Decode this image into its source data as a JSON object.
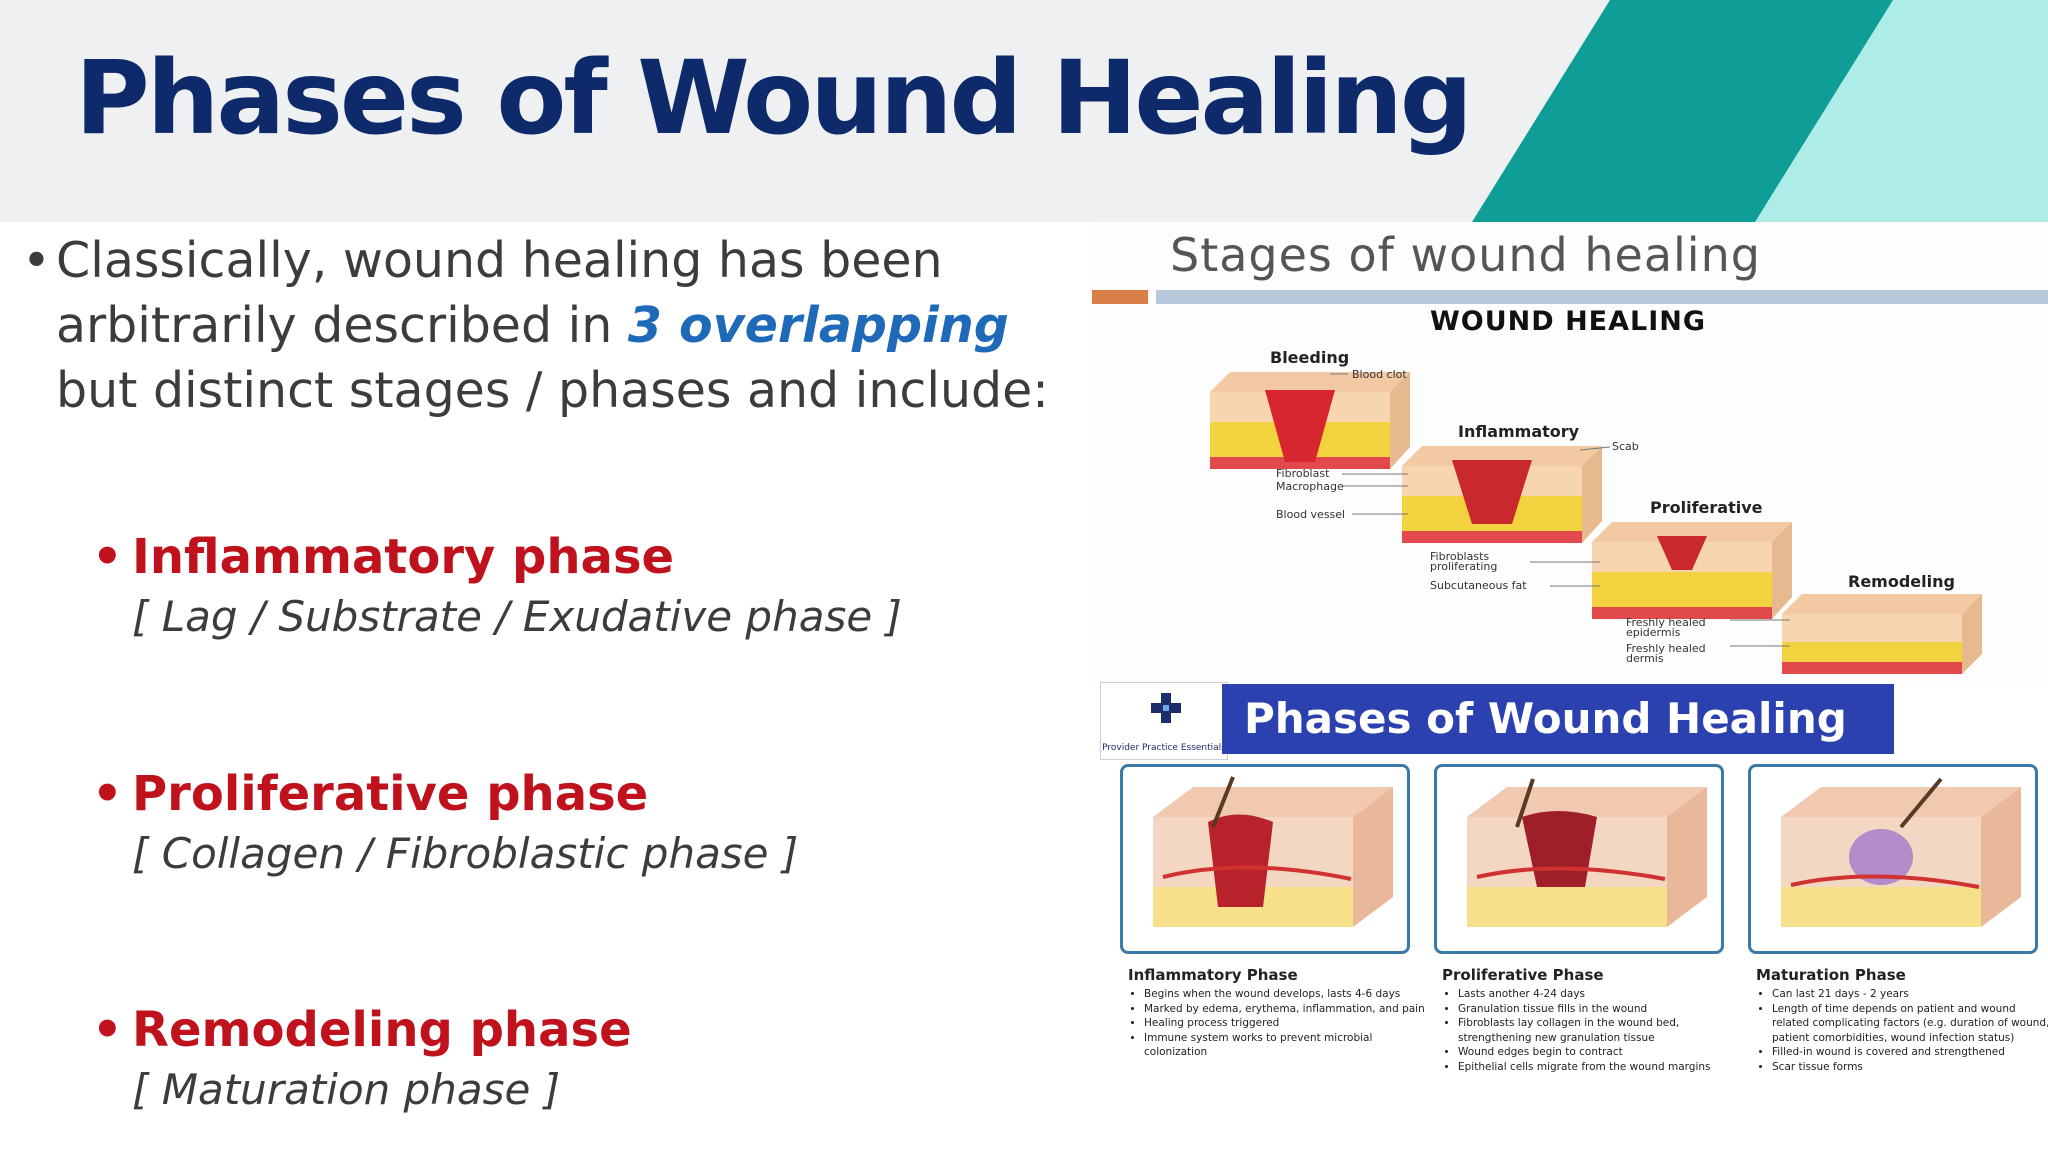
{
  "slide": {
    "title": "Phases of Wound Healing",
    "accent_colors": {
      "teal": "#0f9e97",
      "aqua": "#aeece8",
      "navy": "#0e2a6b",
      "red": "#c0121d",
      "blue": "#1f6ab8"
    }
  },
  "intro": {
    "line1": "Classically, wound healing has been",
    "line2_pre": "arbitrarily described in ",
    "line2_emph": "3 overlapping",
    "line3": "but distinct stages / phases and include:"
  },
  "phases": [
    {
      "name": "Inflammatory phase",
      "alt": "[ Lag / Substrate / Exudative phase ]"
    },
    {
      "name": "Proliferative phase",
      "alt": "[ Collagen / Fibroblastic phase ]"
    },
    {
      "name": "Remodeling phase",
      "alt": "[ Maturation phase ]"
    }
  ],
  "figure1": {
    "title": "Stages of wound healing",
    "subtitle": "WOUND HEALING",
    "stages": [
      "Bleeding",
      "Inflammatory",
      "Proliferative",
      "Remodeling"
    ],
    "labels": {
      "blood_clot": "Blood clot",
      "scab": "Scab",
      "fibroblast": "Fibroblast",
      "macrophage": "Macrophage",
      "blood_vessel": "Blood vessel",
      "fibroblasts_1": "Fibroblasts",
      "fibroblasts_2": "proliferating",
      "subcutaneous_fat": "Subcutaneous fat",
      "epidermis_1": "Freshly healed",
      "epidermis_2": "epidermis",
      "dermis_1": "Freshly healed",
      "dermis_2": "dermis"
    }
  },
  "figure2": {
    "logo_text": "Provider Practice Essentials",
    "title": "Phases of Wound Healing",
    "columns": [
      {
        "title": "Inflammatory Phase",
        "bullets": [
          "Begins when the wound develops, lasts 4-6 days",
          "Marked by edema, erythema, inflammation, and pain",
          "Healing process triggered",
          "Immune system works to prevent microbial colonization"
        ]
      },
      {
        "title": "Proliferative Phase",
        "bullets": [
          "Lasts another 4-24 days",
          "Granulation tissue fills in the wound",
          "Fibroblasts lay collagen in the wound bed, strengthening new granulation tissue",
          "Wound edges begin to contract",
          "Epithelial cells migrate from the wound margins"
        ]
      },
      {
        "title": "Maturation Phase",
        "bullets": [
          "Can last 21 days - 2 years",
          "Length of time depends on patient and wound related complicating factors (e.g. duration of wound, patient comorbidities, wound infection status)",
          "Filled-in wound is covered and strengthened",
          "Scar tissue forms"
        ]
      }
    ]
  }
}
